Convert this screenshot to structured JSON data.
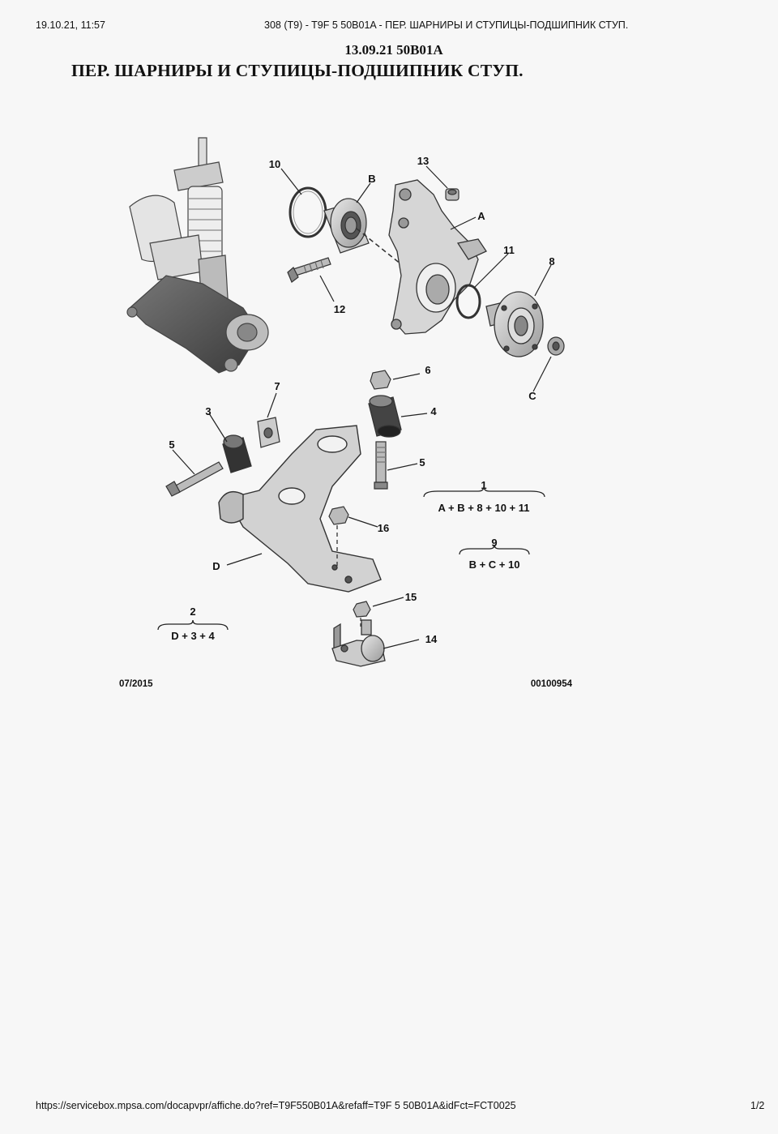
{
  "header": {
    "datetime": "19.10.21, 11:57",
    "page_title": "308 (T9) - T9F 5 50B01A - ПЕР. ШАРНИРЫ И СТУПИЦЫ-ПОДШИПНИК СТУП."
  },
  "document": {
    "code": "13.09.21 50B01A",
    "title": "ПЕР. ШАРНИРЫ И СТУПИЦЫ-ПОДШИПНИК СТУП."
  },
  "diagram": {
    "callouts": {
      "c10": "10",
      "cB": "B",
      "c13": "13",
      "cA": "A",
      "c11": "11",
      "c8": "8",
      "c12": "12",
      "cC": "C",
      "c6": "6",
      "c4": "4",
      "c7": "7",
      "c3": "3",
      "c5a": "5",
      "c5b": "5",
      "c16": "16",
      "cD": "D",
      "c15": "15",
      "c14": "14"
    },
    "kits": [
      {
        "number": "1",
        "formula": "A + B + 8 + 10 + 11"
      },
      {
        "number": "9",
        "formula": "B + C + 10"
      },
      {
        "number": "2",
        "formula": "D + 3 + 4"
      }
    ],
    "date_code": "07/2015",
    "ref_number": "00100954"
  },
  "footer": {
    "url": "https://servicebox.mpsa.com/docapvpr/affiche.do?ref=T9F550B01A&refaff=T9F 5 50B01A&idFct=FCT0025",
    "page": "1/2"
  }
}
